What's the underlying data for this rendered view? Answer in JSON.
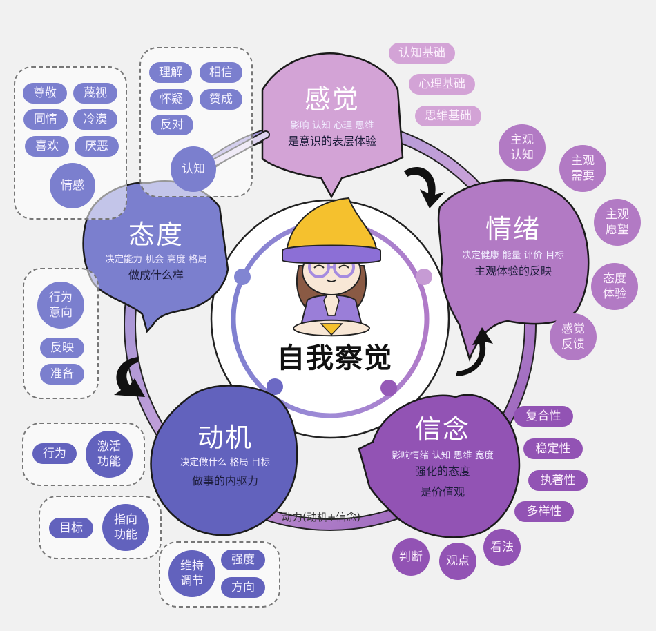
{
  "center": {
    "title": "自我察觉",
    "illustration": "meditating-girl-with-glasses"
  },
  "nodes": {
    "ganjue": {
      "title": "感觉",
      "sub": "影响 认知 心理 思维",
      "desc": "是意识的表层体验",
      "color": "#d3a3d6",
      "tags": [
        "认知基础",
        "心理基础",
        "思维基础"
      ]
    },
    "qingxu": {
      "title": "情绪",
      "sub": "决定健康 能量 评价 目标",
      "desc": "主观体验的反映",
      "color": "#b27ac4",
      "tags": [
        "主观\n认知",
        "主观\n需要",
        "主观\n愿望",
        "态度\n体验",
        "感觉\n反馈"
      ]
    },
    "xinnian": {
      "title": "信念",
      "sub": "影响情绪 认知 思维 宽度",
      "desc": "强化的态度",
      "desc2": "是价值观",
      "color": "#9253b4",
      "tags": [
        "复合性",
        "稳定性",
        "执著性",
        "多样性"
      ],
      "circles": [
        "判断",
        "观点",
        "看法"
      ]
    },
    "dongji": {
      "title": "动机",
      "sub": "决定做什么 格局 目标",
      "desc": "做事的内驱力",
      "color": "#6262bd",
      "groups": [
        {
          "pill": "行为",
          "circle": "激活\n功能"
        },
        {
          "pill": "目标",
          "circle": "指向\n功能"
        },
        {
          "circle": "维持\n调节",
          "pills": [
            "强度",
            "方向"
          ]
        }
      ]
    },
    "taidu": {
      "title": "态度",
      "sub": "决定能力 机会 高度 格局",
      "desc": "做成什么样",
      "color": "#7b7fce",
      "emotion_group": {
        "tags": [
          "尊敬",
          "蔑视",
          "同情",
          "冷漠",
          "喜欢",
          "厌恶"
        ],
        "hub": "情感"
      },
      "cognition_group": {
        "tags": [
          "理解",
          "相信",
          "怀疑",
          "赞成",
          "反对"
        ],
        "hub": "认知"
      },
      "behavior_group": {
        "hub": "行为\n意向",
        "tags": [
          "反映",
          "准备"
        ]
      }
    }
  },
  "caption": "动力(动机+信念)",
  "colors": {
    "background": "#f1f1f1",
    "blue": "#7b7fce",
    "indigo": "#6262bd",
    "pink": "#d3a3d6",
    "mauve": "#b27ac4",
    "purple": "#9253b4",
    "hat_yellow": "#f5c12e"
  }
}
